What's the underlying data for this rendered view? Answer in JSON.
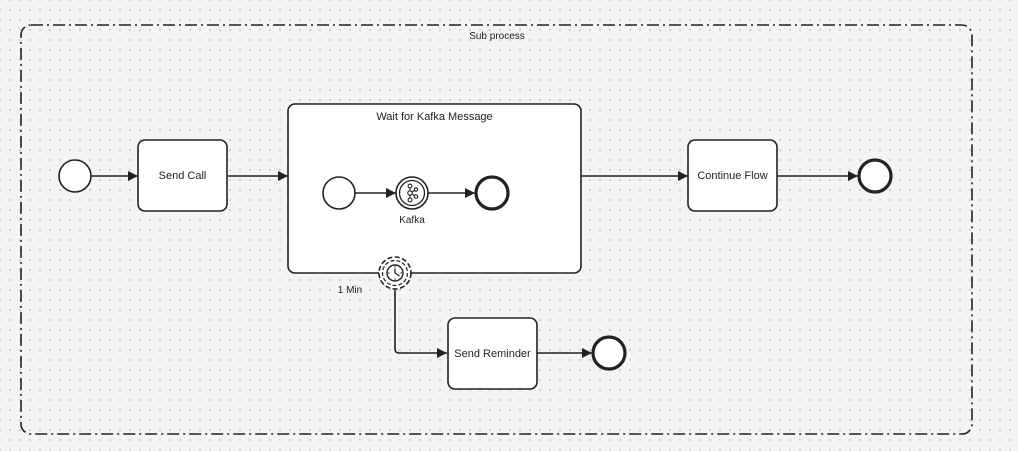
{
  "diagram": {
    "subprocess": {
      "label": "Sub process"
    },
    "tasks": {
      "send_call": "Send Call",
      "continue_flow": "Continue Flow",
      "send_reminder": "Send Reminder"
    },
    "inner_subprocess": {
      "label": "Wait for Kafka Message",
      "kafka_event_label": "Kafka"
    },
    "timer_event": {
      "label": "1 Min"
    }
  },
  "colors": {
    "stroke": "#222222",
    "fill": "#ffffff",
    "canvas_background": "#f4f4f4"
  },
  "icons": {
    "kafka_event": "kafka-icon",
    "timer_event": "clock-icon"
  }
}
